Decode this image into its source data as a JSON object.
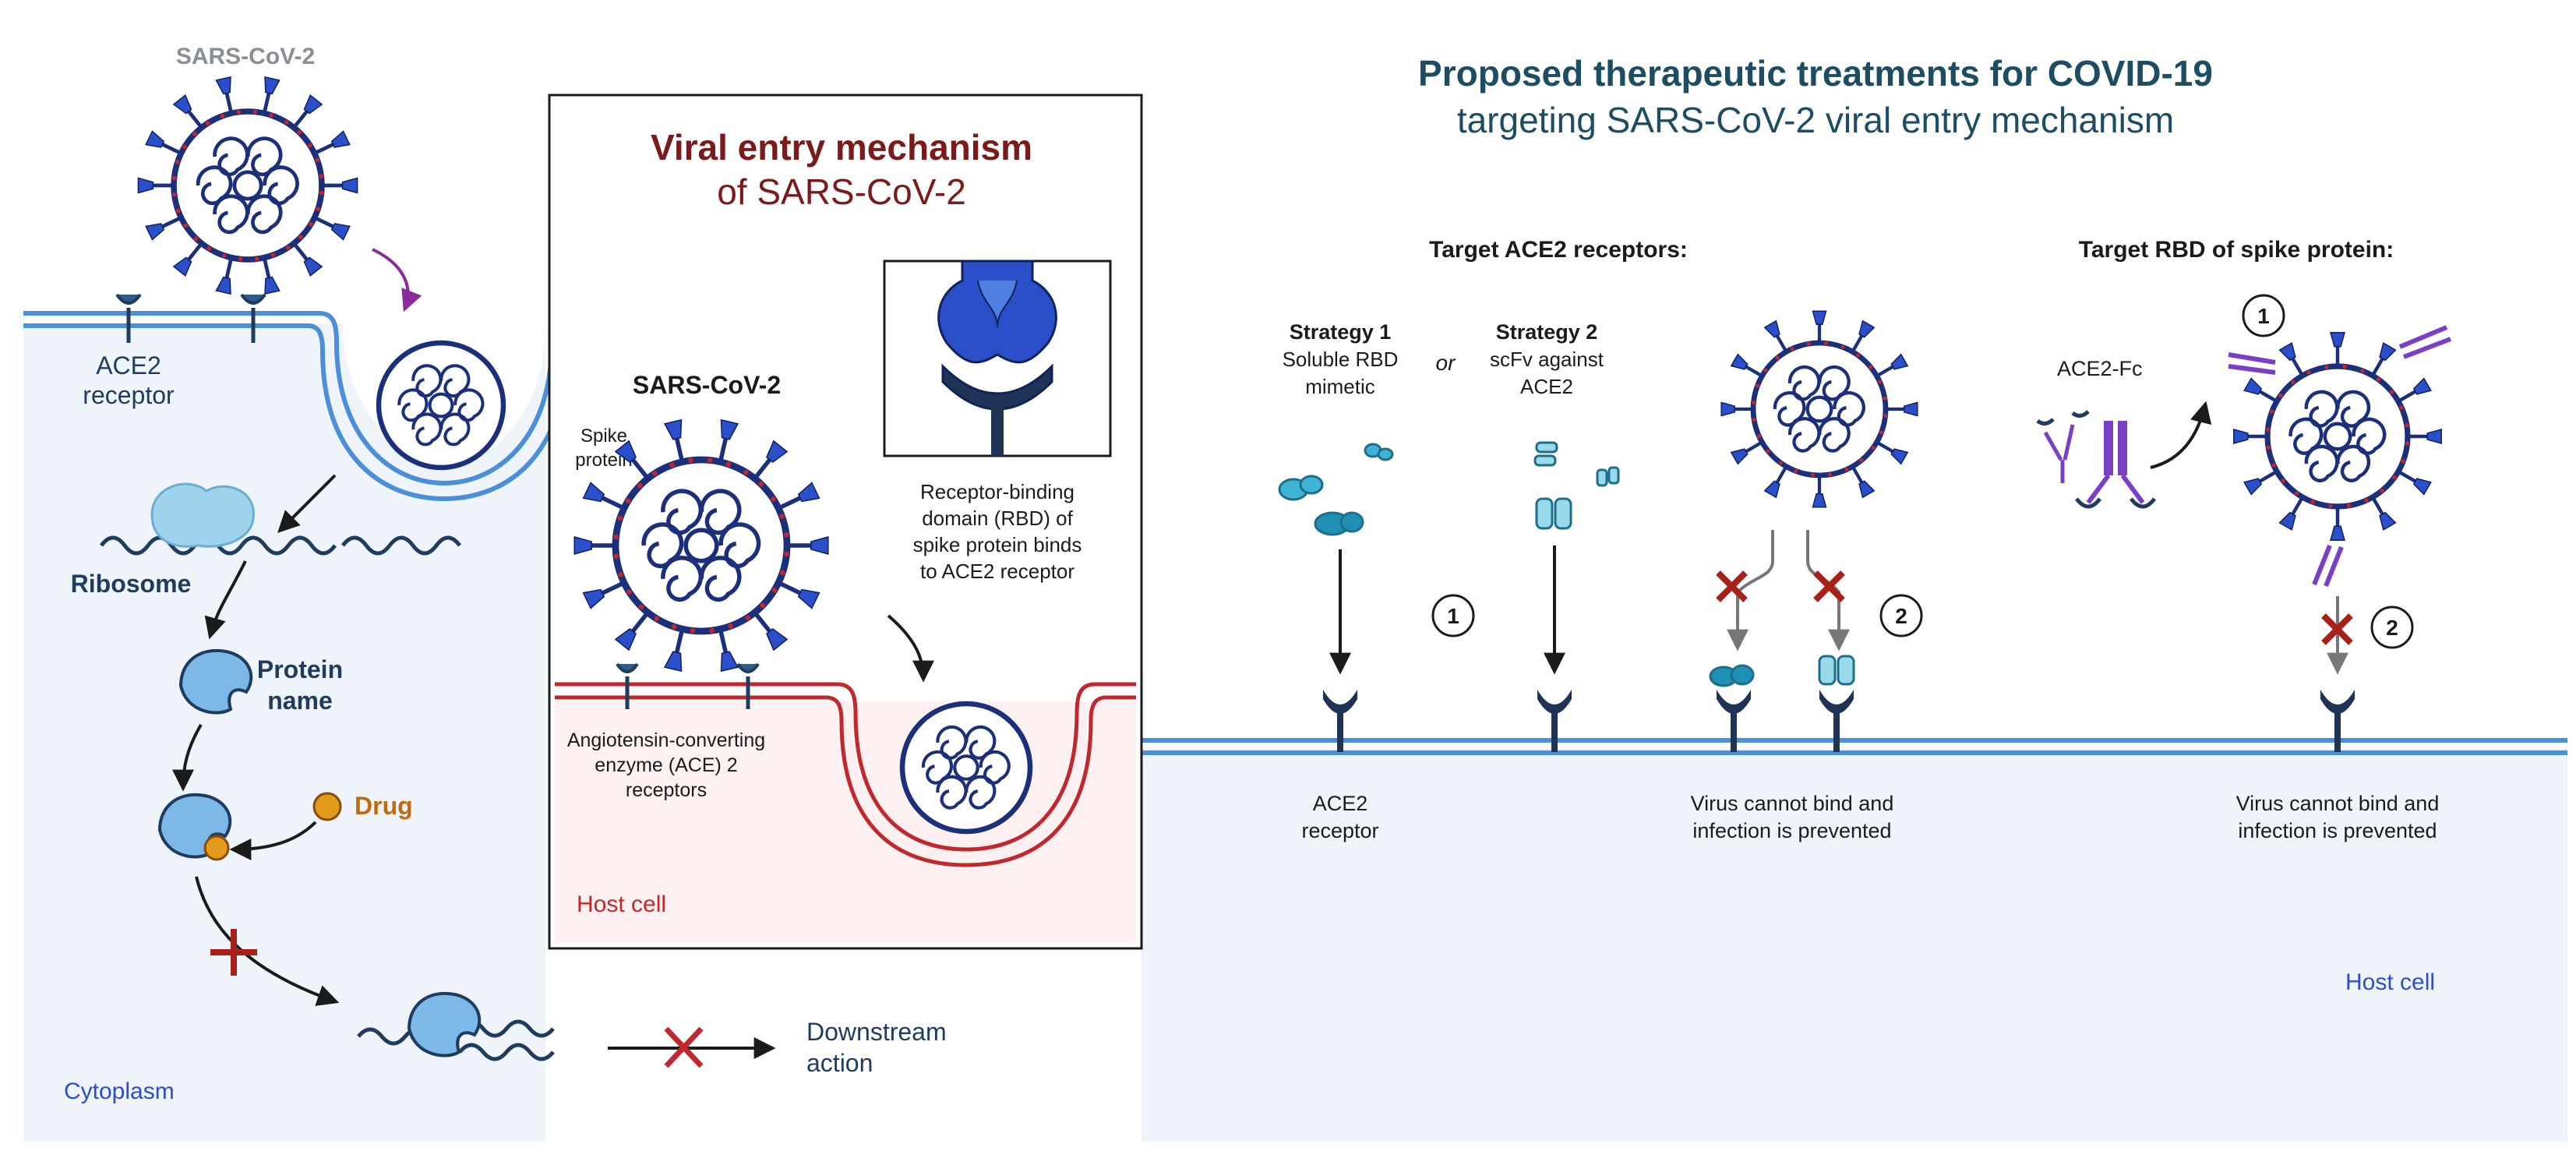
{
  "left_panel": {
    "virus_label": "SARS-CoV-2",
    "ace2_label_line1": "ACE2",
    "ace2_label_line2": "receptor",
    "ribosome_label": "Ribosome",
    "protein_line1": "Protein",
    "protein_line2": "name",
    "drug_label": "Drug",
    "downstream_line1": "Downstream",
    "downstream_line2": "action",
    "cytoplasm_label": "Cytoplasm"
  },
  "inset": {
    "title_line1": "Viral entry mechanism",
    "title_line2": "of SARS-CoV-2",
    "virus_label": "SARS-CoV-2",
    "spike_line1": "Spike",
    "spike_line2": "protein",
    "rbd_lines": [
      "Receptor-binding",
      "domain (RBD) of",
      "spike protein binds",
      "to ACE2 receptor"
    ],
    "ace_lines": [
      "Angiotensin-converting",
      "enzyme (ACE) 2",
      "receptors"
    ],
    "host_cell": "Host cell"
  },
  "right_panel": {
    "title_line1": "Proposed therapeutic treatments for COVID-19",
    "title_line2": "targeting SARS-CoV-2 viral entry mechanism",
    "target_ace2": "Target ACE2 receptors:",
    "target_rbd": "Target RBD of spike protein:",
    "strategy1_title": "Strategy 1",
    "strategy1_line1": "Soluble RBD",
    "strategy1_line2": "mimetic",
    "or_label": "or",
    "strategy2_title": "Strategy 2",
    "strategy2_line1": "scFv against",
    "strategy2_line2": "ACE2",
    "ace2fc_label": "ACE2-Fc",
    "num1": "1",
    "num2": "2",
    "ace2_line1": "ACE2",
    "ace2_line2": "receptor",
    "prevent_line1": "Virus cannot bind and",
    "prevent_line2": "infection is prevented",
    "host_cell": "Host cell"
  },
  "colors": {
    "virus_blue": "#2b4fc9",
    "membrane_blue": "#4a8fd8",
    "cell_bg": "#eef4fa",
    "inset_red": "#c0282d",
    "title_teal": "#1d4d63",
    "title_dark_red": "#7a1a1a",
    "inhibit_red": "#a8201a",
    "drug_orange": "#e29a1a",
    "antibody_purple": "#7a3fc4",
    "teal_molecule": "#3fb3d4"
  }
}
